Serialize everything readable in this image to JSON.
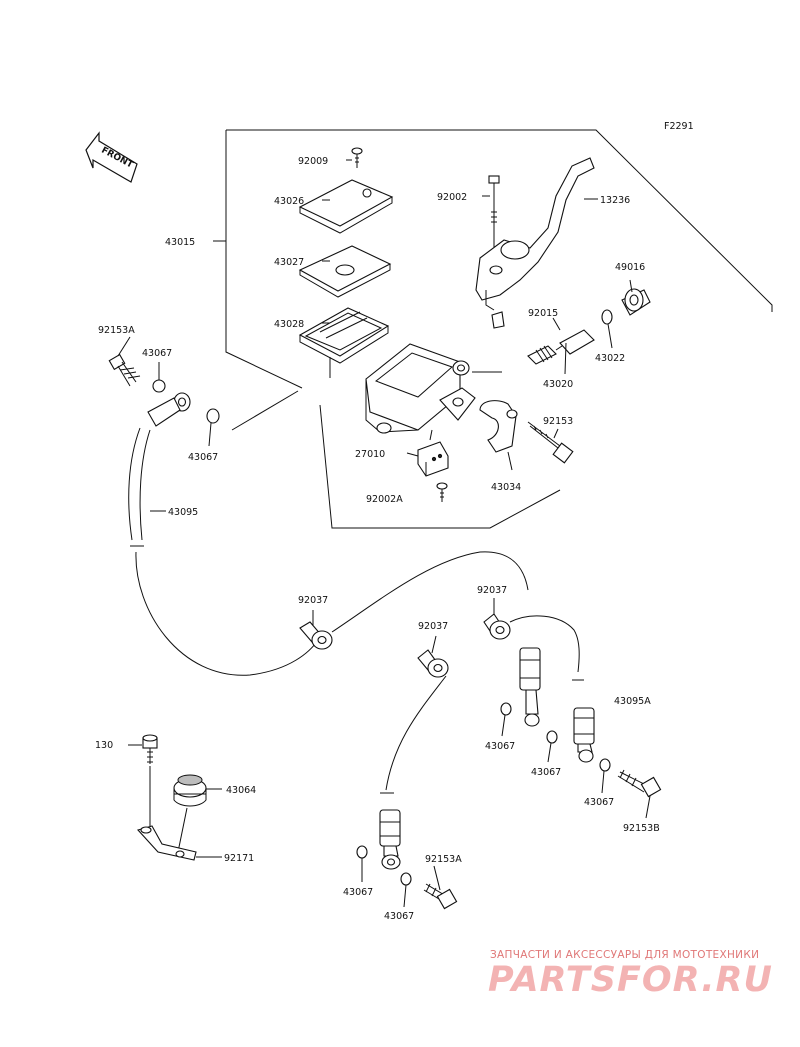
{
  "figure_code": "F2291",
  "front_marker": "FRONT",
  "labels": {
    "p92009": "92009",
    "p43026": "43026",
    "p43015": "43015",
    "p43027": "43027",
    "p43028": "43028",
    "p92002": "92002",
    "p13236": "13236",
    "p49016": "49016",
    "p92015": "92015",
    "p43022": "43022",
    "p43020": "43020",
    "p92153": "92153",
    "p27010": "27010",
    "p43034": "43034",
    "p92002A": "92002A",
    "p92153A_top": "92153A",
    "p43067_a": "43067",
    "p43067_b": "43067",
    "p43095": "43095",
    "p92037_a": "92037",
    "p92037_b": "92037",
    "p92037_c": "92037",
    "p43095A": "43095A",
    "p43067_c": "43067",
    "p43067_d": "43067",
    "p43067_e": "43067",
    "p92153B": "92153B",
    "p130": "130",
    "p43064": "43064",
    "p92171": "92171",
    "p92153A_bot": "92153A",
    "p43067_f": "43067",
    "p43067_g": "43067"
  },
  "watermark": {
    "tagline": "ЗАПЧАСТИ И АКСЕССУАРЫ ДЛЯ МОТОТЕХНИКИ",
    "logo": "PARTSFOR.RU",
    "color": "#e07777"
  }
}
